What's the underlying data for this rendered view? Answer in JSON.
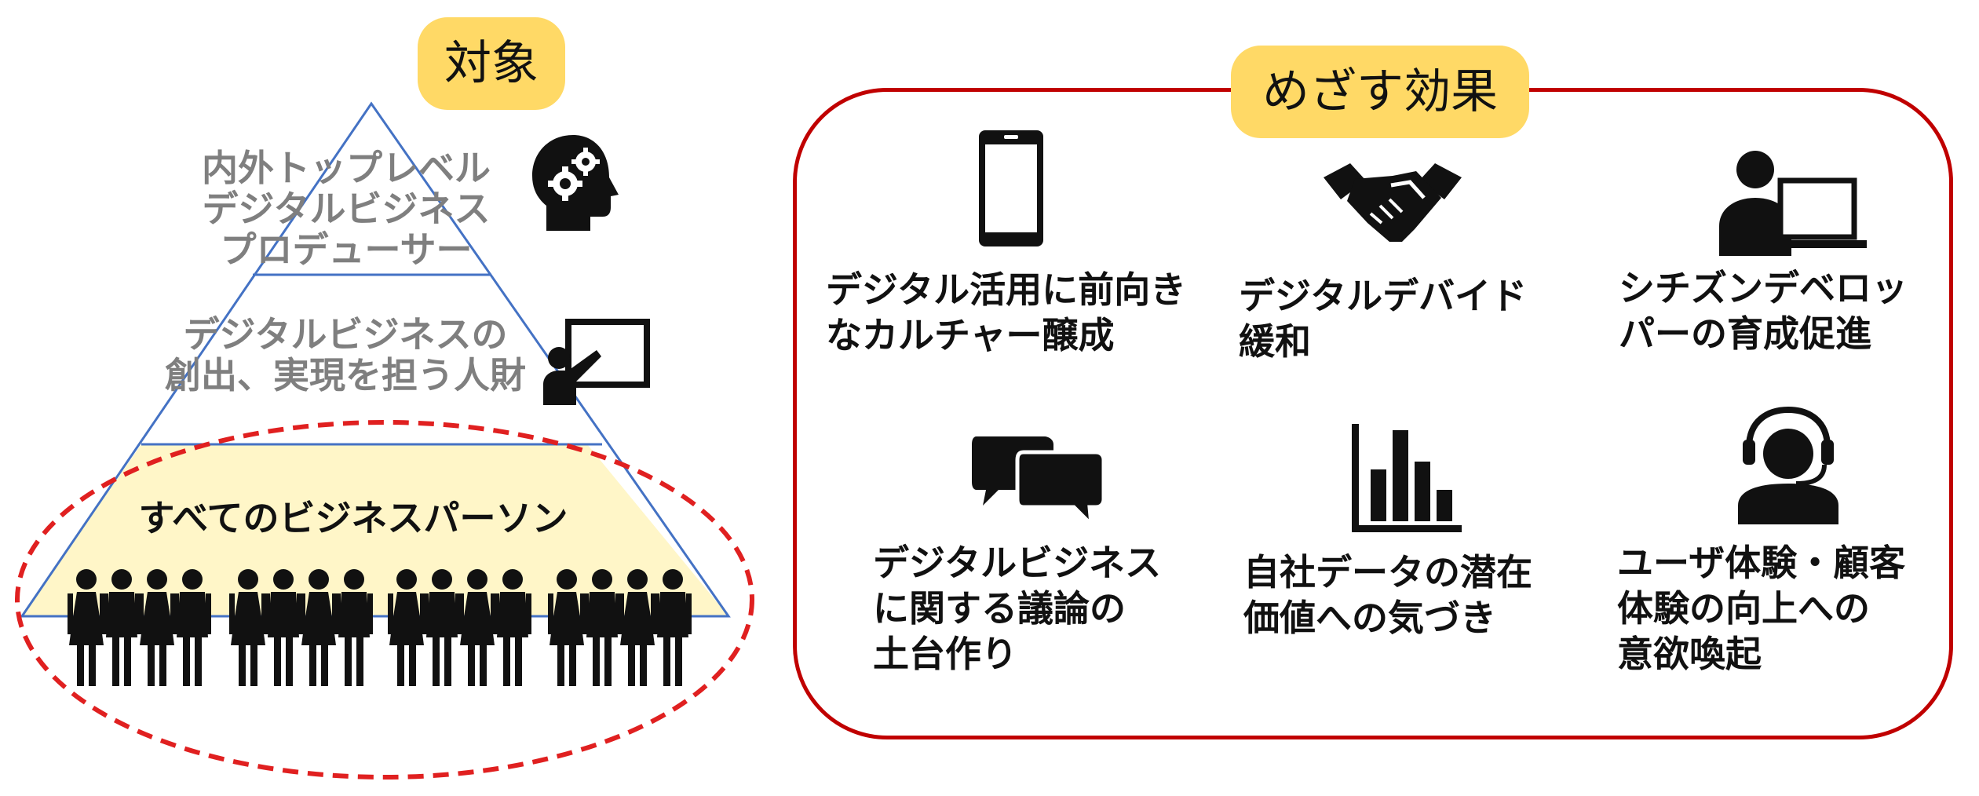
{
  "target": {
    "badge_label": "対象",
    "tiers": {
      "top": "内外トップレベル\nデジタルビジネス\nプロデューサー",
      "middle": "デジタルビジネスの\n創出、実現を担う人財",
      "base": "すべてのビジネスパーソン"
    },
    "icons": [
      "head-gears-icon",
      "presentation-icon",
      "people-crowd-icon"
    ]
  },
  "effects": {
    "badge_label": "めざす効果",
    "items": [
      {
        "label": "デジタル活用に前向き\nなカルチャー醸成",
        "icon": "smartphone-icon"
      },
      {
        "label": "デジタルデバイド\n緩和",
        "icon": "handshake-icon"
      },
      {
        "label": "シチズンデベロッ\nパーの育成促進",
        "icon": "developer-computer-icon"
      },
      {
        "label": "デジタルビジネス\nに関する議論の\n土台作り",
        "icon": "chat-bubbles-icon"
      },
      {
        "label": "自社データの潜在\n価値への気づき",
        "icon": "bar-chart-icon"
      },
      {
        "label": "ユーザ体験・顧客\n体験の向上への\n意欲喚起",
        "icon": "headset-user-icon"
      }
    ]
  },
  "colors": {
    "badge": "#FFD966",
    "effects_border": "#C00000",
    "dashed_ellipse": "#E02020",
    "pyramid_line": "#4472C4",
    "base_fill": "#FFF6C8"
  }
}
